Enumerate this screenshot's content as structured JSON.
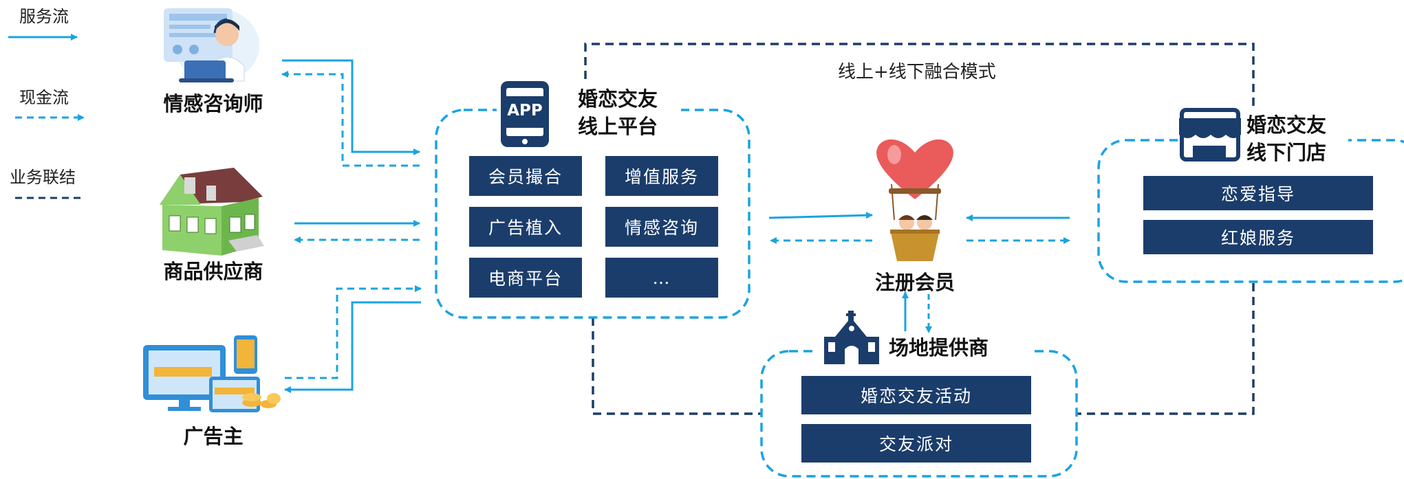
{
  "legend": [
    {
      "label": "服务流",
      "style": "solid"
    },
    {
      "label": "现金流",
      "style": "dashed"
    },
    {
      "label": "业务联结",
      "style": "dark-dashed"
    }
  ],
  "nodes": {
    "counselor": {
      "label": "情感咨询师",
      "icon": "counselor-icon"
    },
    "supplier": {
      "label": "商品供应商",
      "icon": "house-icon"
    },
    "advertiser": {
      "label": "广告主",
      "icon": "advertising-screen-icon"
    },
    "member": {
      "label": "注册会员",
      "icon": "heart-balloon-icon"
    }
  },
  "online_platform": {
    "app_badge": "APP",
    "title_line1": "婚恋交友",
    "title_line2": "线上平台",
    "tiles": [
      "会员撮合",
      "增值服务",
      "广告植入",
      "情感咨询",
      "电商平台",
      "…"
    ]
  },
  "offline_store": {
    "title_line1": "婚恋交友",
    "title_line2": "线下门店",
    "tiles": [
      "恋爱指导",
      "红娘服务"
    ]
  },
  "venue": {
    "title": "场地提供商",
    "tiles": [
      "婚恋交友活动",
      "交友派对"
    ]
  },
  "mode_label": "线上+线下融合模式",
  "colors": {
    "service_flow": "#1aa3e0",
    "business_link": "#1b3d6b",
    "tile_fill": "#1b3d6b",
    "box_border": "#1aa3e0"
  }
}
